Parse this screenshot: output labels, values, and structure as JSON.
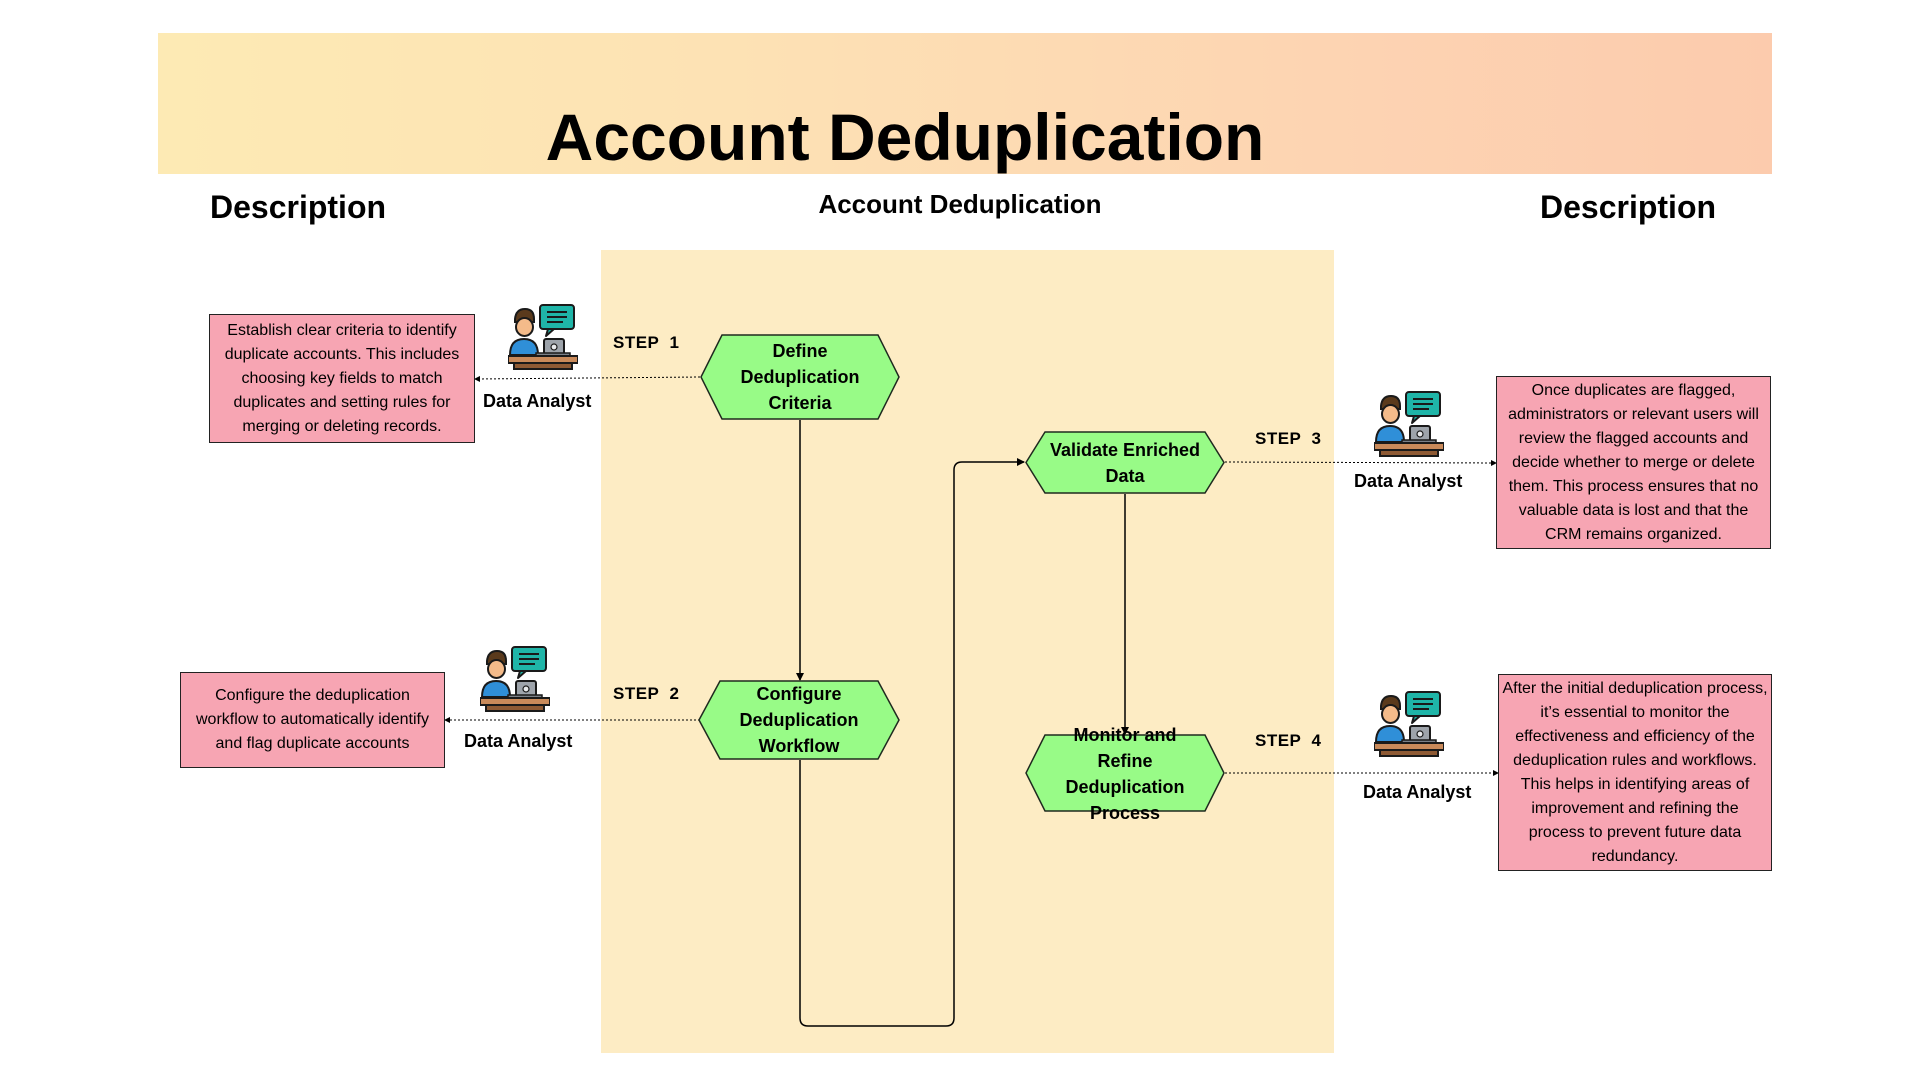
{
  "title": "Account Deduplication",
  "headings": {
    "left": "Description",
    "center": "Account Deduplication",
    "right": "Description"
  },
  "colors": {
    "process_fill": "#98fb87",
    "description_fill": "#f7a5b3",
    "lane_fill": "#fdecc4",
    "banner_start": "#fdeab4",
    "banner_end": "#fccbad"
  },
  "steps": [
    {
      "label": "STEP  1",
      "process": "Define\nDeduplication\nCriteria",
      "actor": "Data Analyst",
      "actor_icon": "data-analyst-icon",
      "description": "Establish clear criteria to identify duplicate accounts. This includes choosing key fields to match duplicates and setting rules for merging or deleting records."
    },
    {
      "label": "STEP  2",
      "process": "Configure\nDeduplication\nWorkflow",
      "actor": "Data Analyst",
      "actor_icon": "data-analyst-icon",
      "description": "Configure the deduplication workflow to automatically identify and flag duplicate accounts"
    },
    {
      "label": "STEP  3",
      "process": "Validate Enriched\nData",
      "actor": "Data Analyst",
      "actor_icon": "data-analyst-icon",
      "description": "Once duplicates are flagged, administrators or relevant users will review the flagged accounts and decide whether to merge or delete them. This process ensures that no valuable data is lost and that the CRM remains organized."
    },
    {
      "label": "STEP  4",
      "process": "Monitor and Refine\nDeduplication\nProcess",
      "actor": "Data Analyst",
      "actor_icon": "data-analyst-icon",
      "description": "After the initial deduplication process, it’s essential to monitor the effectiveness and efficiency of the deduplication rules and workflows. This helps in identifying areas of improvement and refining the process to prevent future data redundancy."
    }
  ]
}
